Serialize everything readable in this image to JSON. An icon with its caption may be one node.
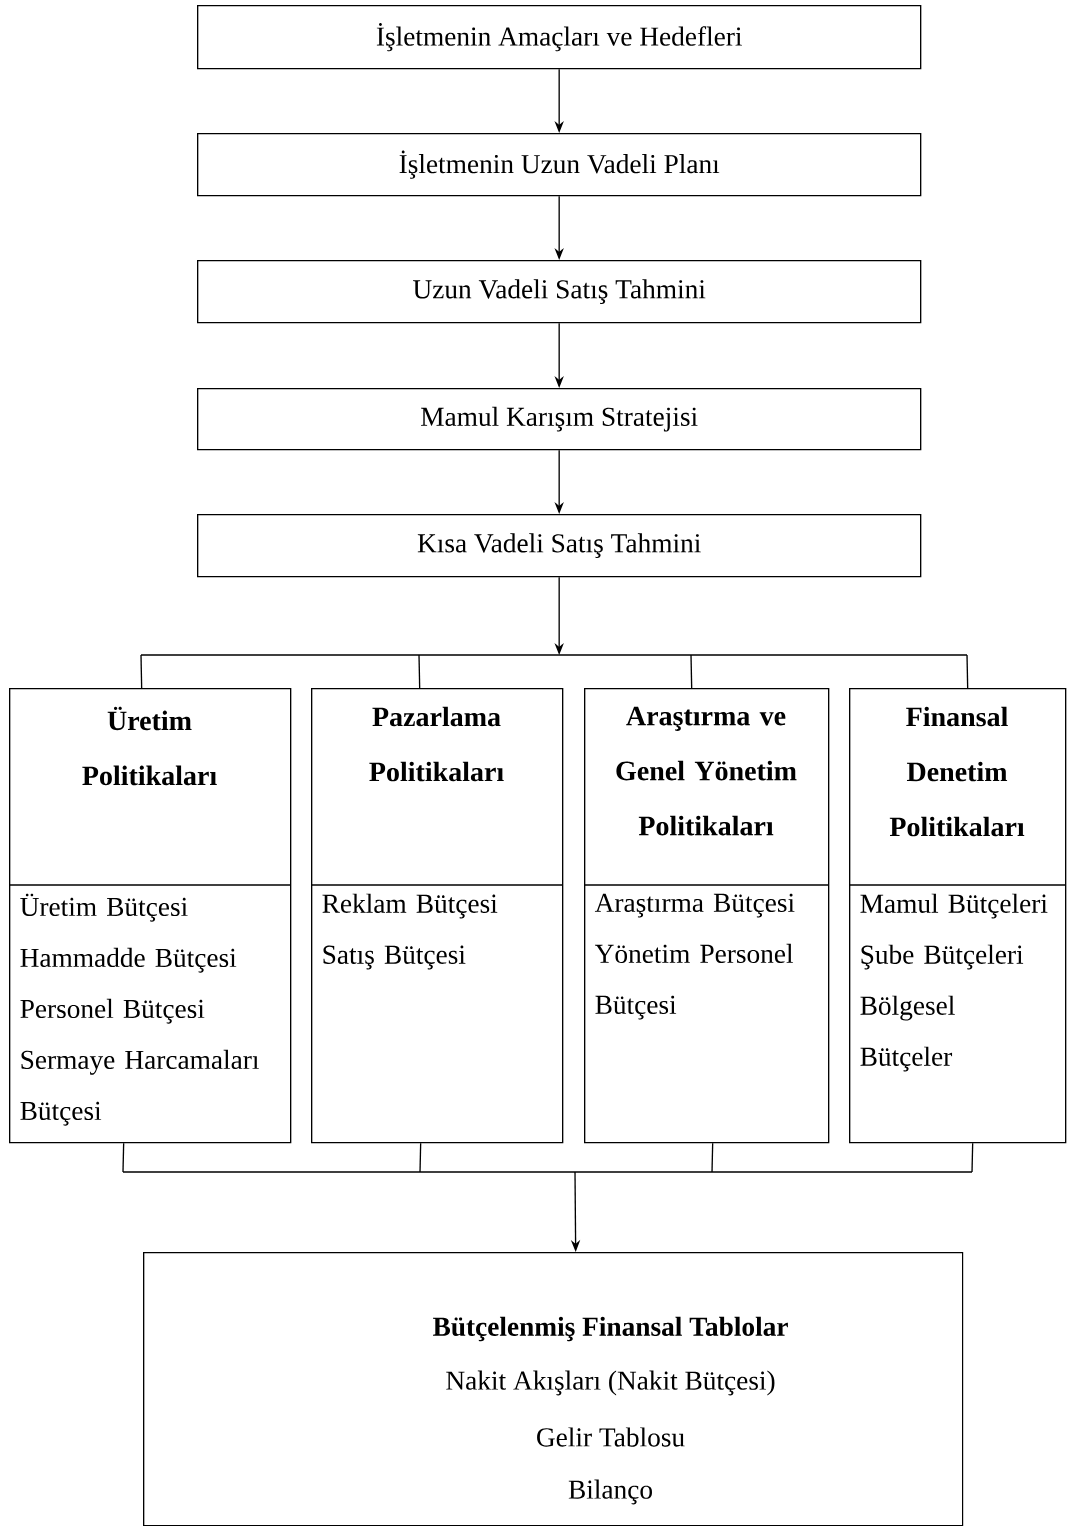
{
  "diagram": {
    "nodes": [
      {
        "text": [
          "İşletmenin Amaçları ve Hedefleri"
        ]
      },
      {
        "text": [
          "İşletmenin Uzun Vadeli Planı"
        ]
      },
      {
        "text": [
          "Uzun Vadeli Satış Tahmini"
        ]
      },
      {
        "text": [
          "Mamul Karışım Stratejisi"
        ]
      },
      {
        "text": [
          "Kısa Vadeli Satış Tahmini"
        ]
      },
      {
        "text": [],
        "shape": "bar"
      },
      {
        "text": [
          "Üretim Politikaları",
          "Üretim Bütçesi",
          "Hammadde Bütçesi",
          "Personel Bütçesi",
          "Sermaye Harcamaları Bütçesi"
        ]
      },
      {
        "text": [
          "Pazarlama Politikaları",
          "Reklam Bütçesi",
          "Satış Bütçesi"
        ]
      },
      {
        "text": [
          "Araştırma ve Genel Yönetim Politikaları",
          "Araştırma Bütçesi",
          "Yönetim Personel Bütçesi"
        ]
      },
      {
        "text": [
          "Finansal Denetim Politikaları",
          "Mamul Bütçeleri",
          "Şube Bütçeleri",
          "Bölgesel Bütçeler"
        ]
      },
      {
        "text": [],
        "shape": "bar"
      },
      {
        "text": [
          "Bütçelenmiş Finansal Tablolar",
          "Nakit Akışları (Nakit Bütçesi)",
          "Gelir Tablosu",
          "Bilanço"
        ]
      }
    ],
    "edges": [
      {
        "from": 0,
        "to": 1,
        "arrow": "to"
      },
      {
        "from": 1,
        "to": 2,
        "arrow": "to"
      },
      {
        "from": 2,
        "to": 3,
        "arrow": "to"
      },
      {
        "from": 3,
        "to": 4,
        "arrow": "to"
      },
      {
        "from": 4,
        "to": 5,
        "arrow": "to"
      },
      {
        "from": 5,
        "to": 6,
        "arrow": "none"
      },
      {
        "from": 5,
        "to": 7,
        "arrow": "none"
      },
      {
        "from": 5,
        "to": 8,
        "arrow": "none"
      },
      {
        "from": 5,
        "to": 9,
        "arrow": "none"
      },
      {
        "from": 6,
        "to": 10,
        "arrow": "none"
      },
      {
        "from": 7,
        "to": 10,
        "arrow": "none"
      },
      {
        "from": 8,
        "to": 10,
        "arrow": "none"
      },
      {
        "from": 9,
        "to": 10,
        "arrow": "none"
      },
      {
        "from": 10,
        "to": 11,
        "arrow": "to"
      }
    ]
  }
}
